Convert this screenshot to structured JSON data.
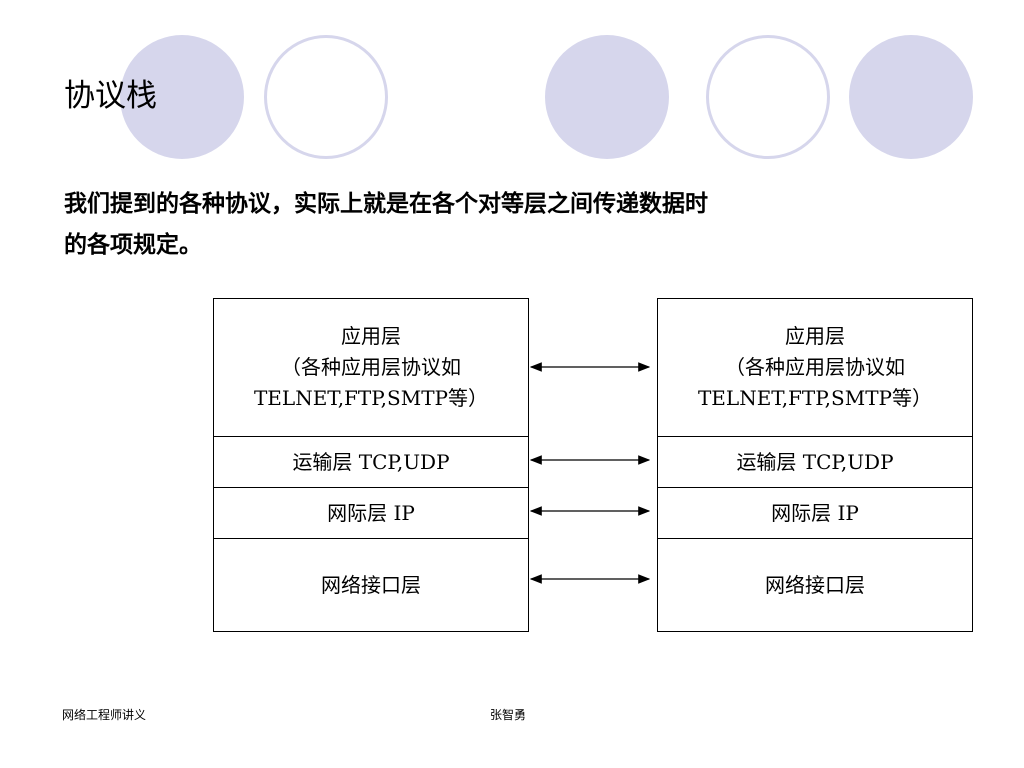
{
  "colors": {
    "circle_fill": "#d6d6ec",
    "circle_ring": "#d6d6ec"
  },
  "slide": {
    "title": "协议栈",
    "body_lines": [
      "我们提到的各种协议，实际上就是在各个对等层之间传递数据时",
      "的各项规定。"
    ]
  },
  "diagram": {
    "left_stack": {
      "app": [
        "应用层",
        "（各种应用层协议如",
        "TELNET,FTP,SMTP等）"
      ],
      "transport": "运输层 TCP,UDP",
      "internet": "网际层  IP",
      "link": "网络接口层"
    },
    "right_stack": {
      "app": [
        "应用层",
        "（各种应用层协议如",
        "TELNET,FTP,SMTP等）"
      ],
      "transport": "运输层 TCP,UDP",
      "internet": "网际层  IP",
      "link": "网络接口层"
    }
  },
  "footer": {
    "left": "网络工程师讲义",
    "center": "张智勇"
  }
}
